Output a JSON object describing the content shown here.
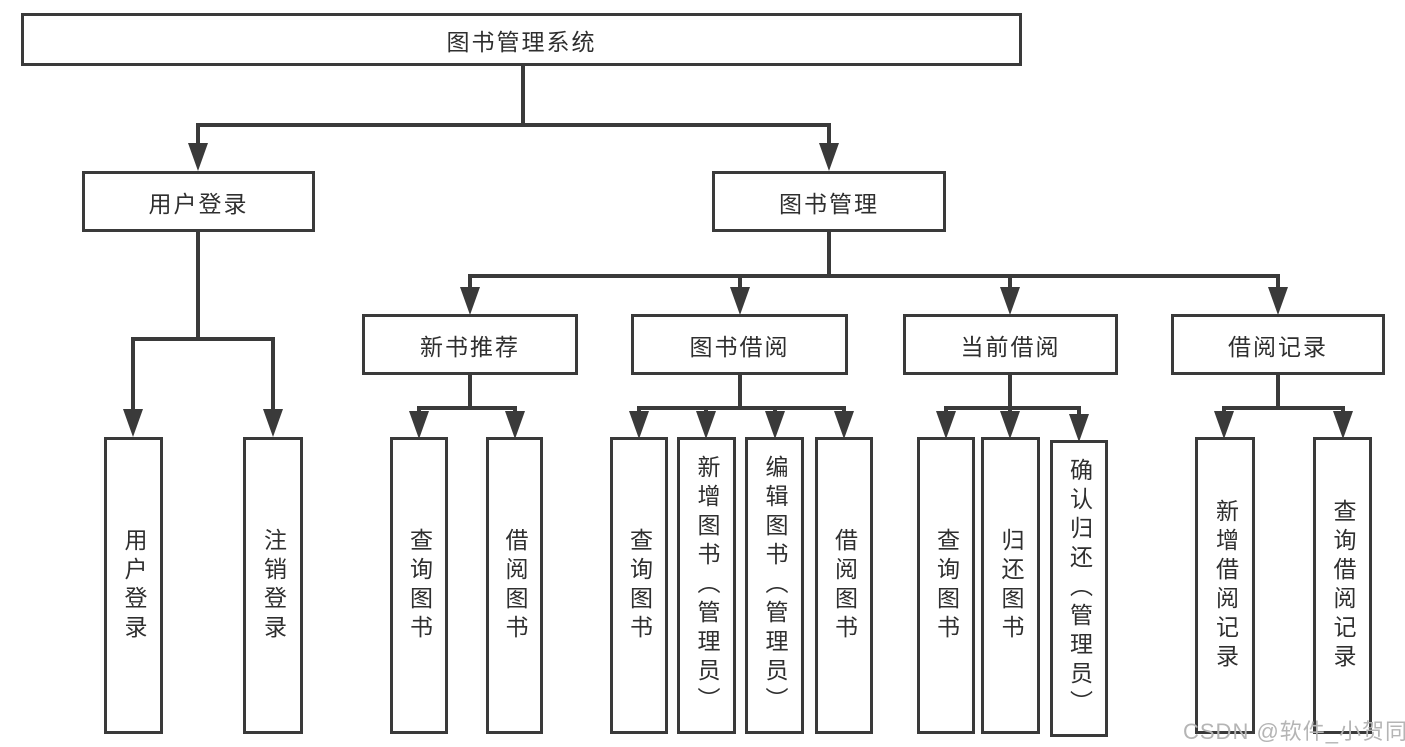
{
  "diagram": {
    "type": "tree-structure-diagram",
    "tree": {
      "root": {
        "label": "图书管理系统"
      },
      "branches": [
        {
          "label": "用户登录",
          "children": [
            {
              "label": "用户登录"
            },
            {
              "label": "注销登录"
            }
          ]
        },
        {
          "label": "图书管理",
          "children": [
            {
              "label": "新书推荐",
              "children": [
                {
                  "label": "查询图书"
                },
                {
                  "label": "借阅图书"
                }
              ]
            },
            {
              "label": "图书借阅",
              "children": [
                {
                  "label": "查询图书"
                },
                {
                  "label": "新增图书（管理员）"
                },
                {
                  "label": "编辑图书（管理员）"
                },
                {
                  "label": "借阅图书"
                }
              ]
            },
            {
              "label": "当前借阅",
              "children": [
                {
                  "label": "查询图书"
                },
                {
                  "label": "归还图书"
                },
                {
                  "label": "确认归还（管理员）"
                }
              ]
            },
            {
              "label": "借阅记录",
              "children": [
                {
                  "label": "新增借阅记录"
                },
                {
                  "label": "查询借阅记录"
                }
              ]
            }
          ]
        }
      ]
    },
    "watermark": "CSDN @软件_小贺同学",
    "colors": {
      "line": "#3a3a3a",
      "text": "#2f2f2f",
      "box_background": "#ffffff",
      "watermark": "#b5b5b5",
      "background": "#ffffff"
    }
  }
}
